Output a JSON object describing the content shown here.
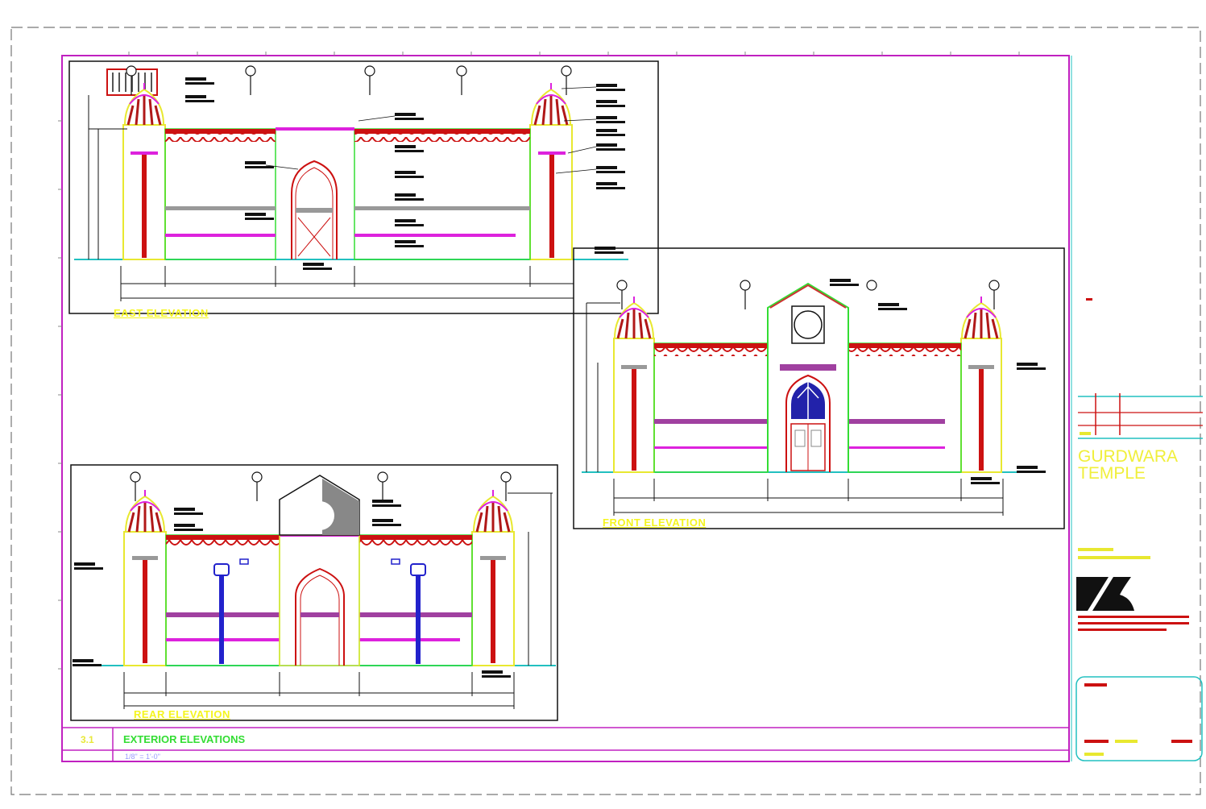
{
  "drawing": {
    "elevations": [
      {
        "id": "east",
        "label": "EAST ELEVATION"
      },
      {
        "id": "front",
        "label": "FRONT ELEVATION"
      },
      {
        "id": "rear",
        "label": "REAR ELEVATION"
      }
    ]
  },
  "title_block": {
    "project": "GURDWARA\nTEMPLE",
    "sheet_number": "3.1",
    "sheet_title": "EXTERIOR ELEVATIONS",
    "scale": "1/8\" = 1'-0\"",
    "consultant_logo_icon": "architect-logo-icon"
  },
  "colors": {
    "frame": "#c020c0",
    "red": "#cc1111",
    "yellow": "#e8e830",
    "green": "#33dd33",
    "cyan": "#22c0c0",
    "magenta": "#dd22dd",
    "blue": "#2222cc"
  }
}
